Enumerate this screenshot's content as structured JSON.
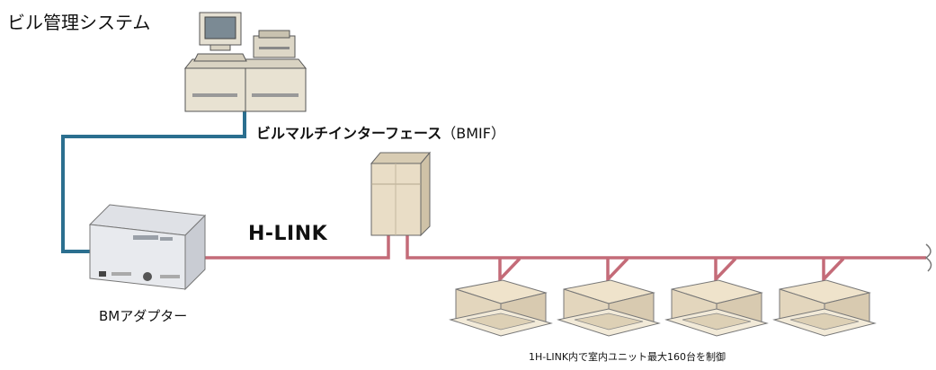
{
  "title": "ビル管理システム",
  "bmif": {
    "main": "ビルマルチインターフェース",
    "suffix": "（BMIF）"
  },
  "hlink_label": "H-LINK",
  "adapter_label": "BMアダプター",
  "caption": "1H-LINK内で室内ユニット最大160台を制御",
  "colors": {
    "bms_line": "#2b6f8f",
    "hlink_line": "#c46b78",
    "unit_body": "#e9ddc6"
  },
  "icons": [
    "computer-workstation-icon",
    "outdoor-unit-icon",
    "bm-adapter-box-icon",
    "ceiling-cassette-unit-icon"
  ]
}
